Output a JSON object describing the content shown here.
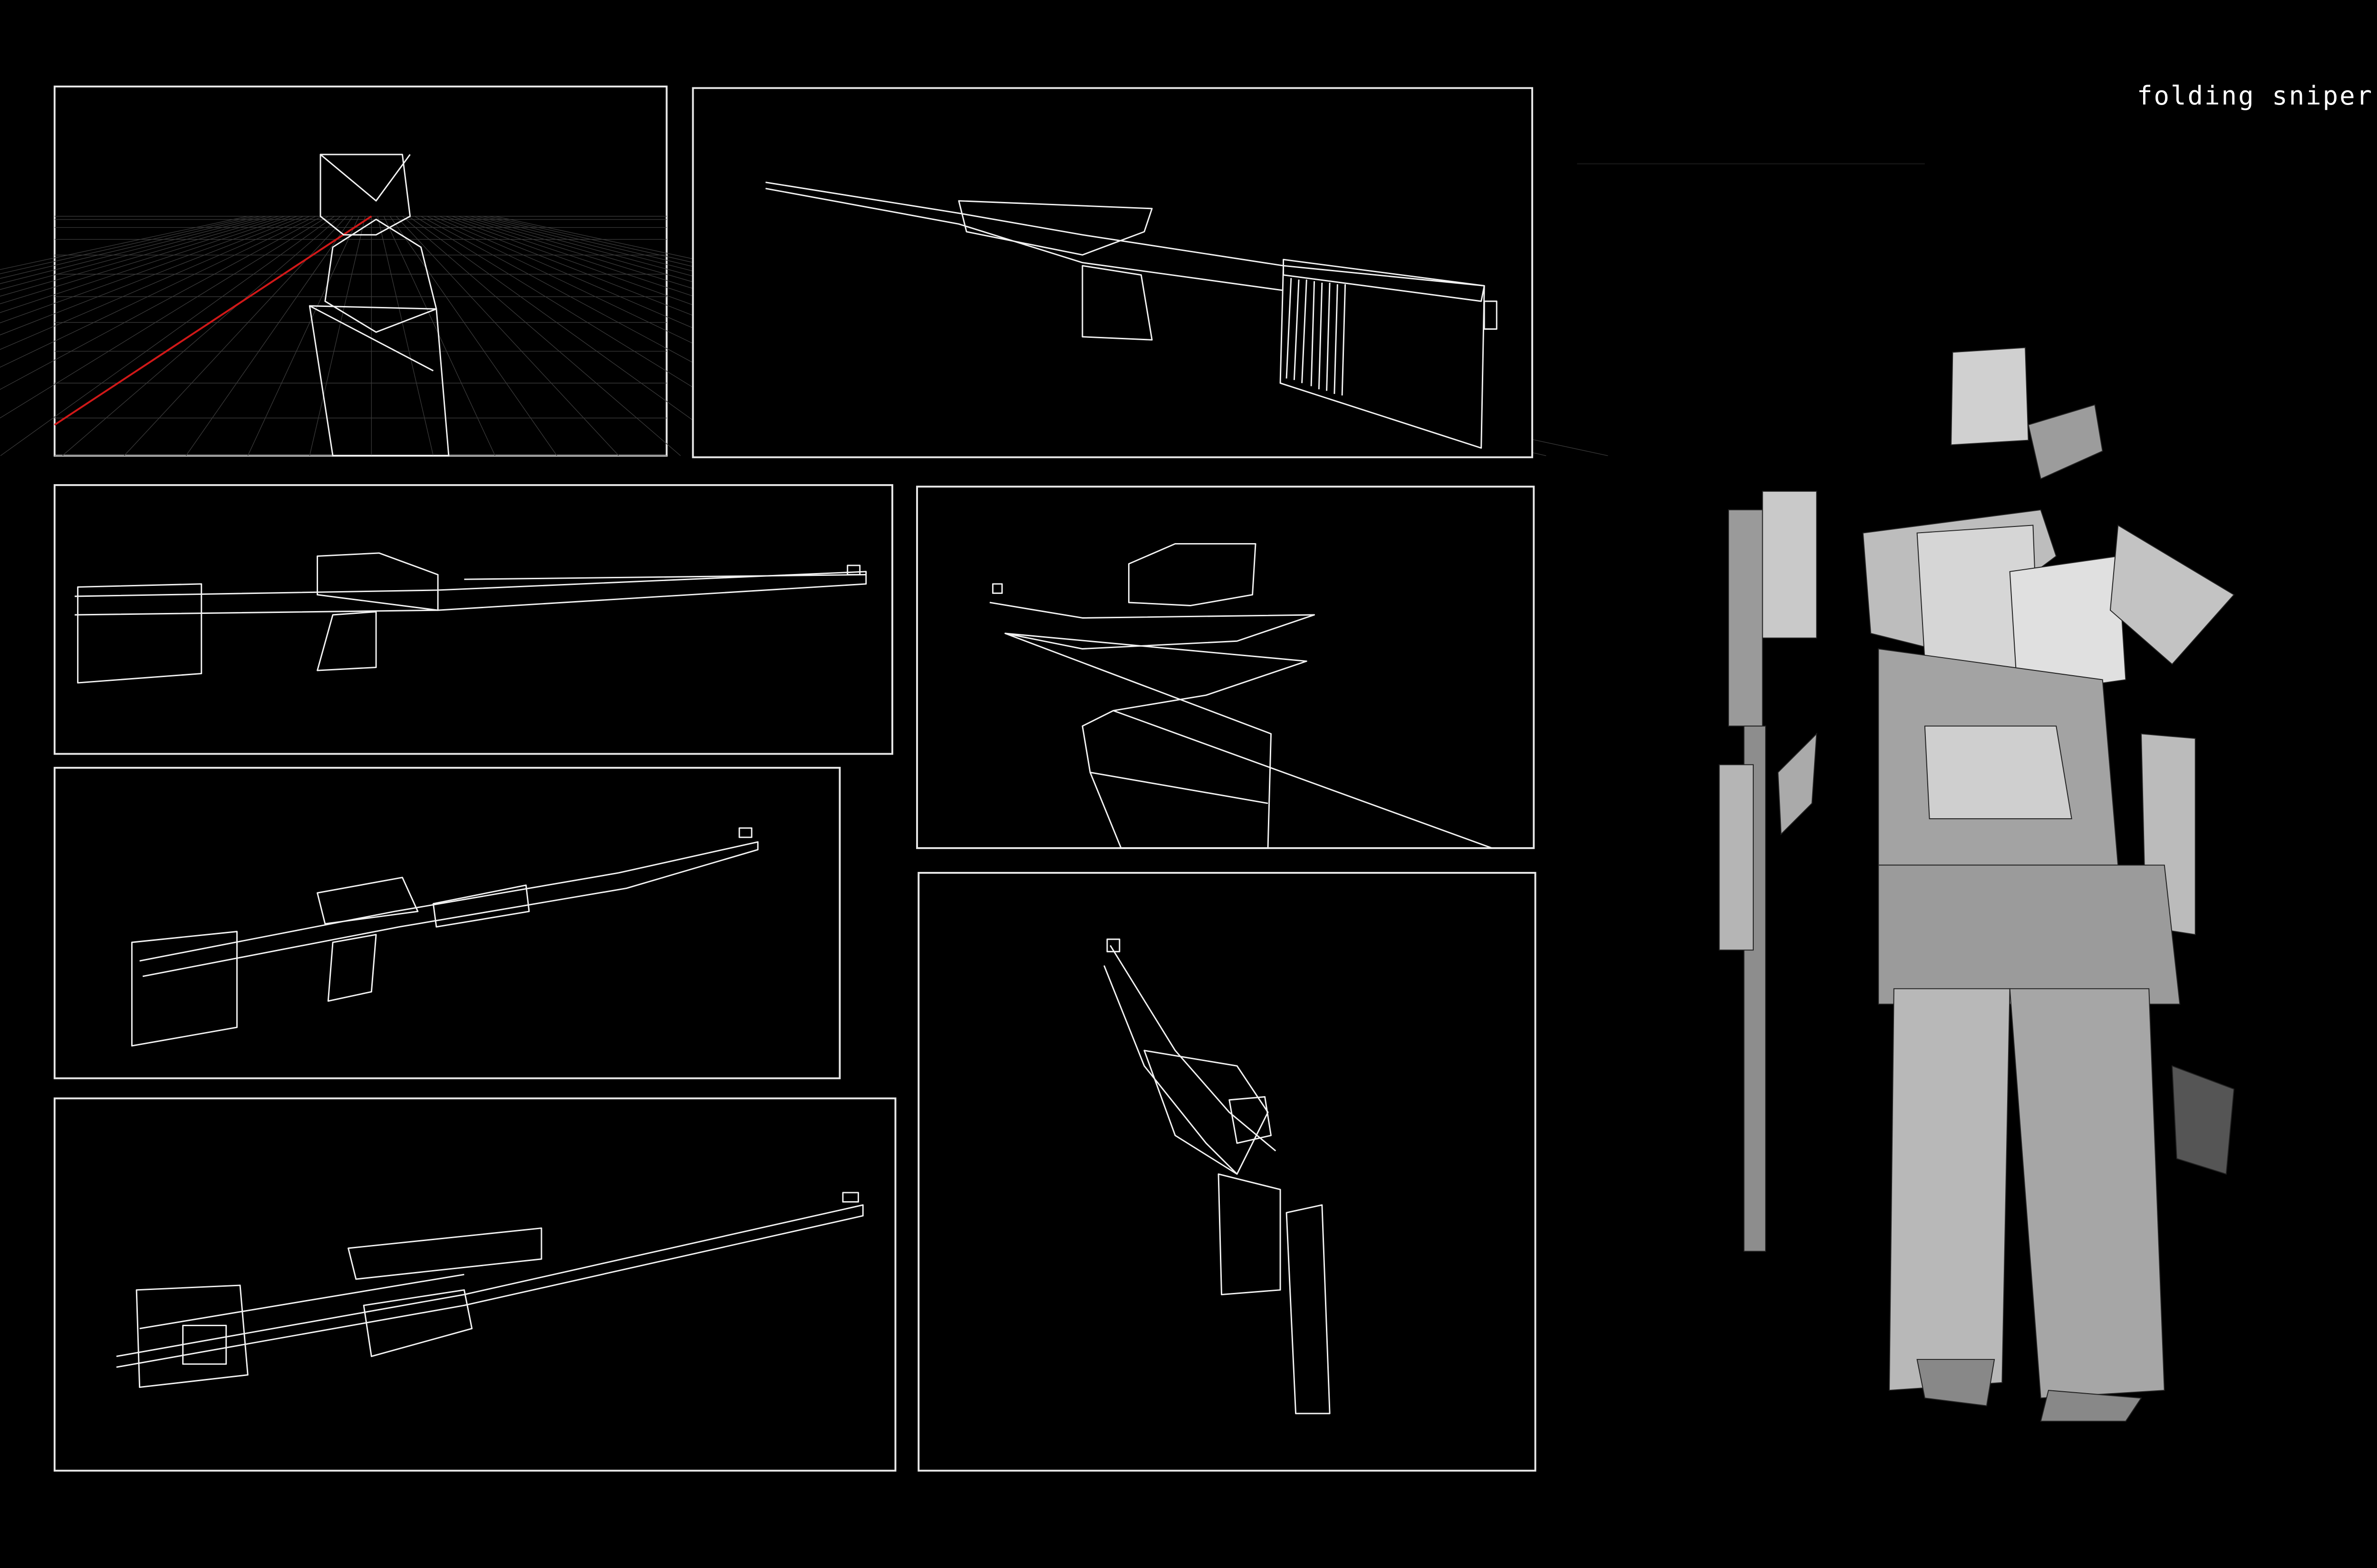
{
  "title": "folding sniper",
  "panels": [
    {
      "name": "front-view-grid"
    },
    {
      "name": "side-view-right"
    },
    {
      "name": "side-view-left"
    },
    {
      "name": "muzzle-perspective"
    },
    {
      "name": "three-quarter-view"
    },
    {
      "name": "detail-view"
    },
    {
      "name": "top-down-view"
    }
  ],
  "colors": {
    "background": "#000000",
    "line": "#f2f2f2",
    "axis": "#d01818",
    "metal": "#a8a8a8"
  }
}
